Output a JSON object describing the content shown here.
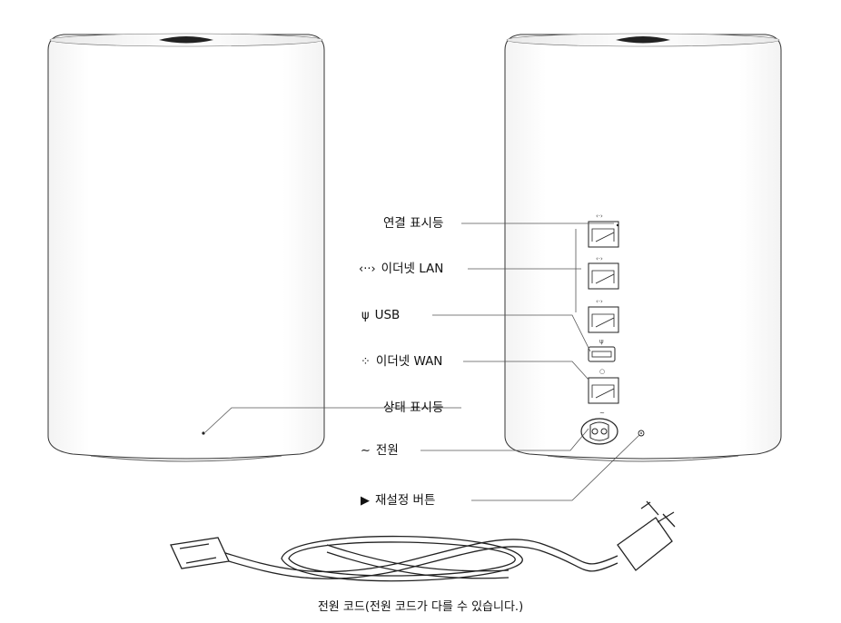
{
  "labels": {
    "connection_light": "연결 표시등",
    "ethernet_lan": "이더넷 LAN",
    "usb": "USB",
    "ethernet_wan": "이더넷 WAN",
    "status_light": "상태 표시등",
    "power": "전원",
    "reset_button": "재설정 버튼"
  },
  "icons": {
    "ethernet_lan": "lan-arrows-icon",
    "usb": "usb-icon",
    "ethernet_wan": "wan-dots-icon",
    "power": "ac-power-icon",
    "reset_button": "reset-icon"
  },
  "caption": "전원 코드(전원 코드가 다를 수 있습니다.)",
  "colors": {
    "outline": "#333333",
    "leader": "#555555",
    "body": "#ffffff"
  }
}
